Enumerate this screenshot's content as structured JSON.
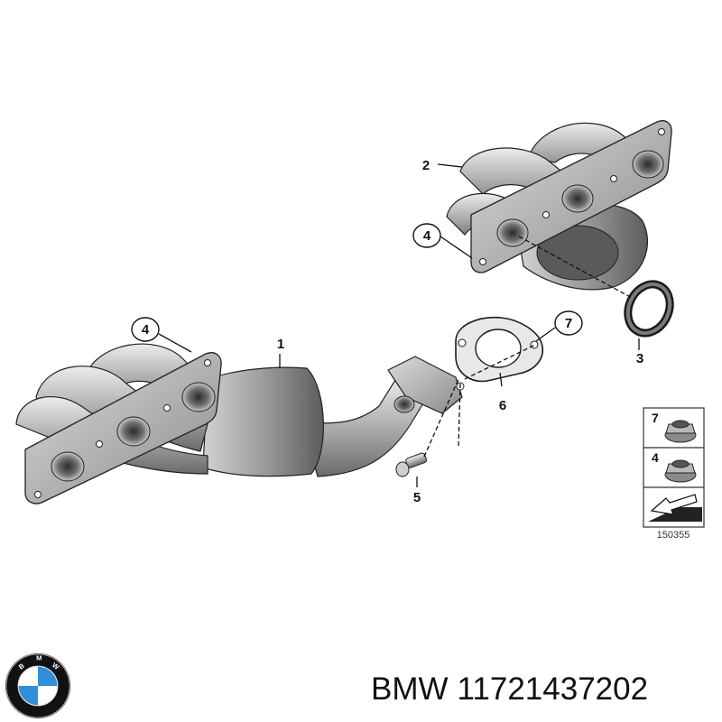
{
  "callouts": {
    "c1": "1",
    "c2": "2",
    "c3": "3",
    "c4a": "4",
    "c4b": "4",
    "c5": "5",
    "c6": "6",
    "c7": "7"
  },
  "legend": {
    "item1": "7",
    "item2": "4"
  },
  "diagram_code": "150355",
  "footer": {
    "brand": "BMW",
    "part_number": "11721437202"
  },
  "logo": {
    "letters": "BMW",
    "colors": {
      "blue": "#2f8fd8",
      "white": "#ffffff",
      "ring": "#111111"
    }
  },
  "colors": {
    "metal_light": "#d8d8d8",
    "metal_mid": "#a9a9a9",
    "metal_dark": "#6e6e6e",
    "line": "#1a1a1a"
  }
}
